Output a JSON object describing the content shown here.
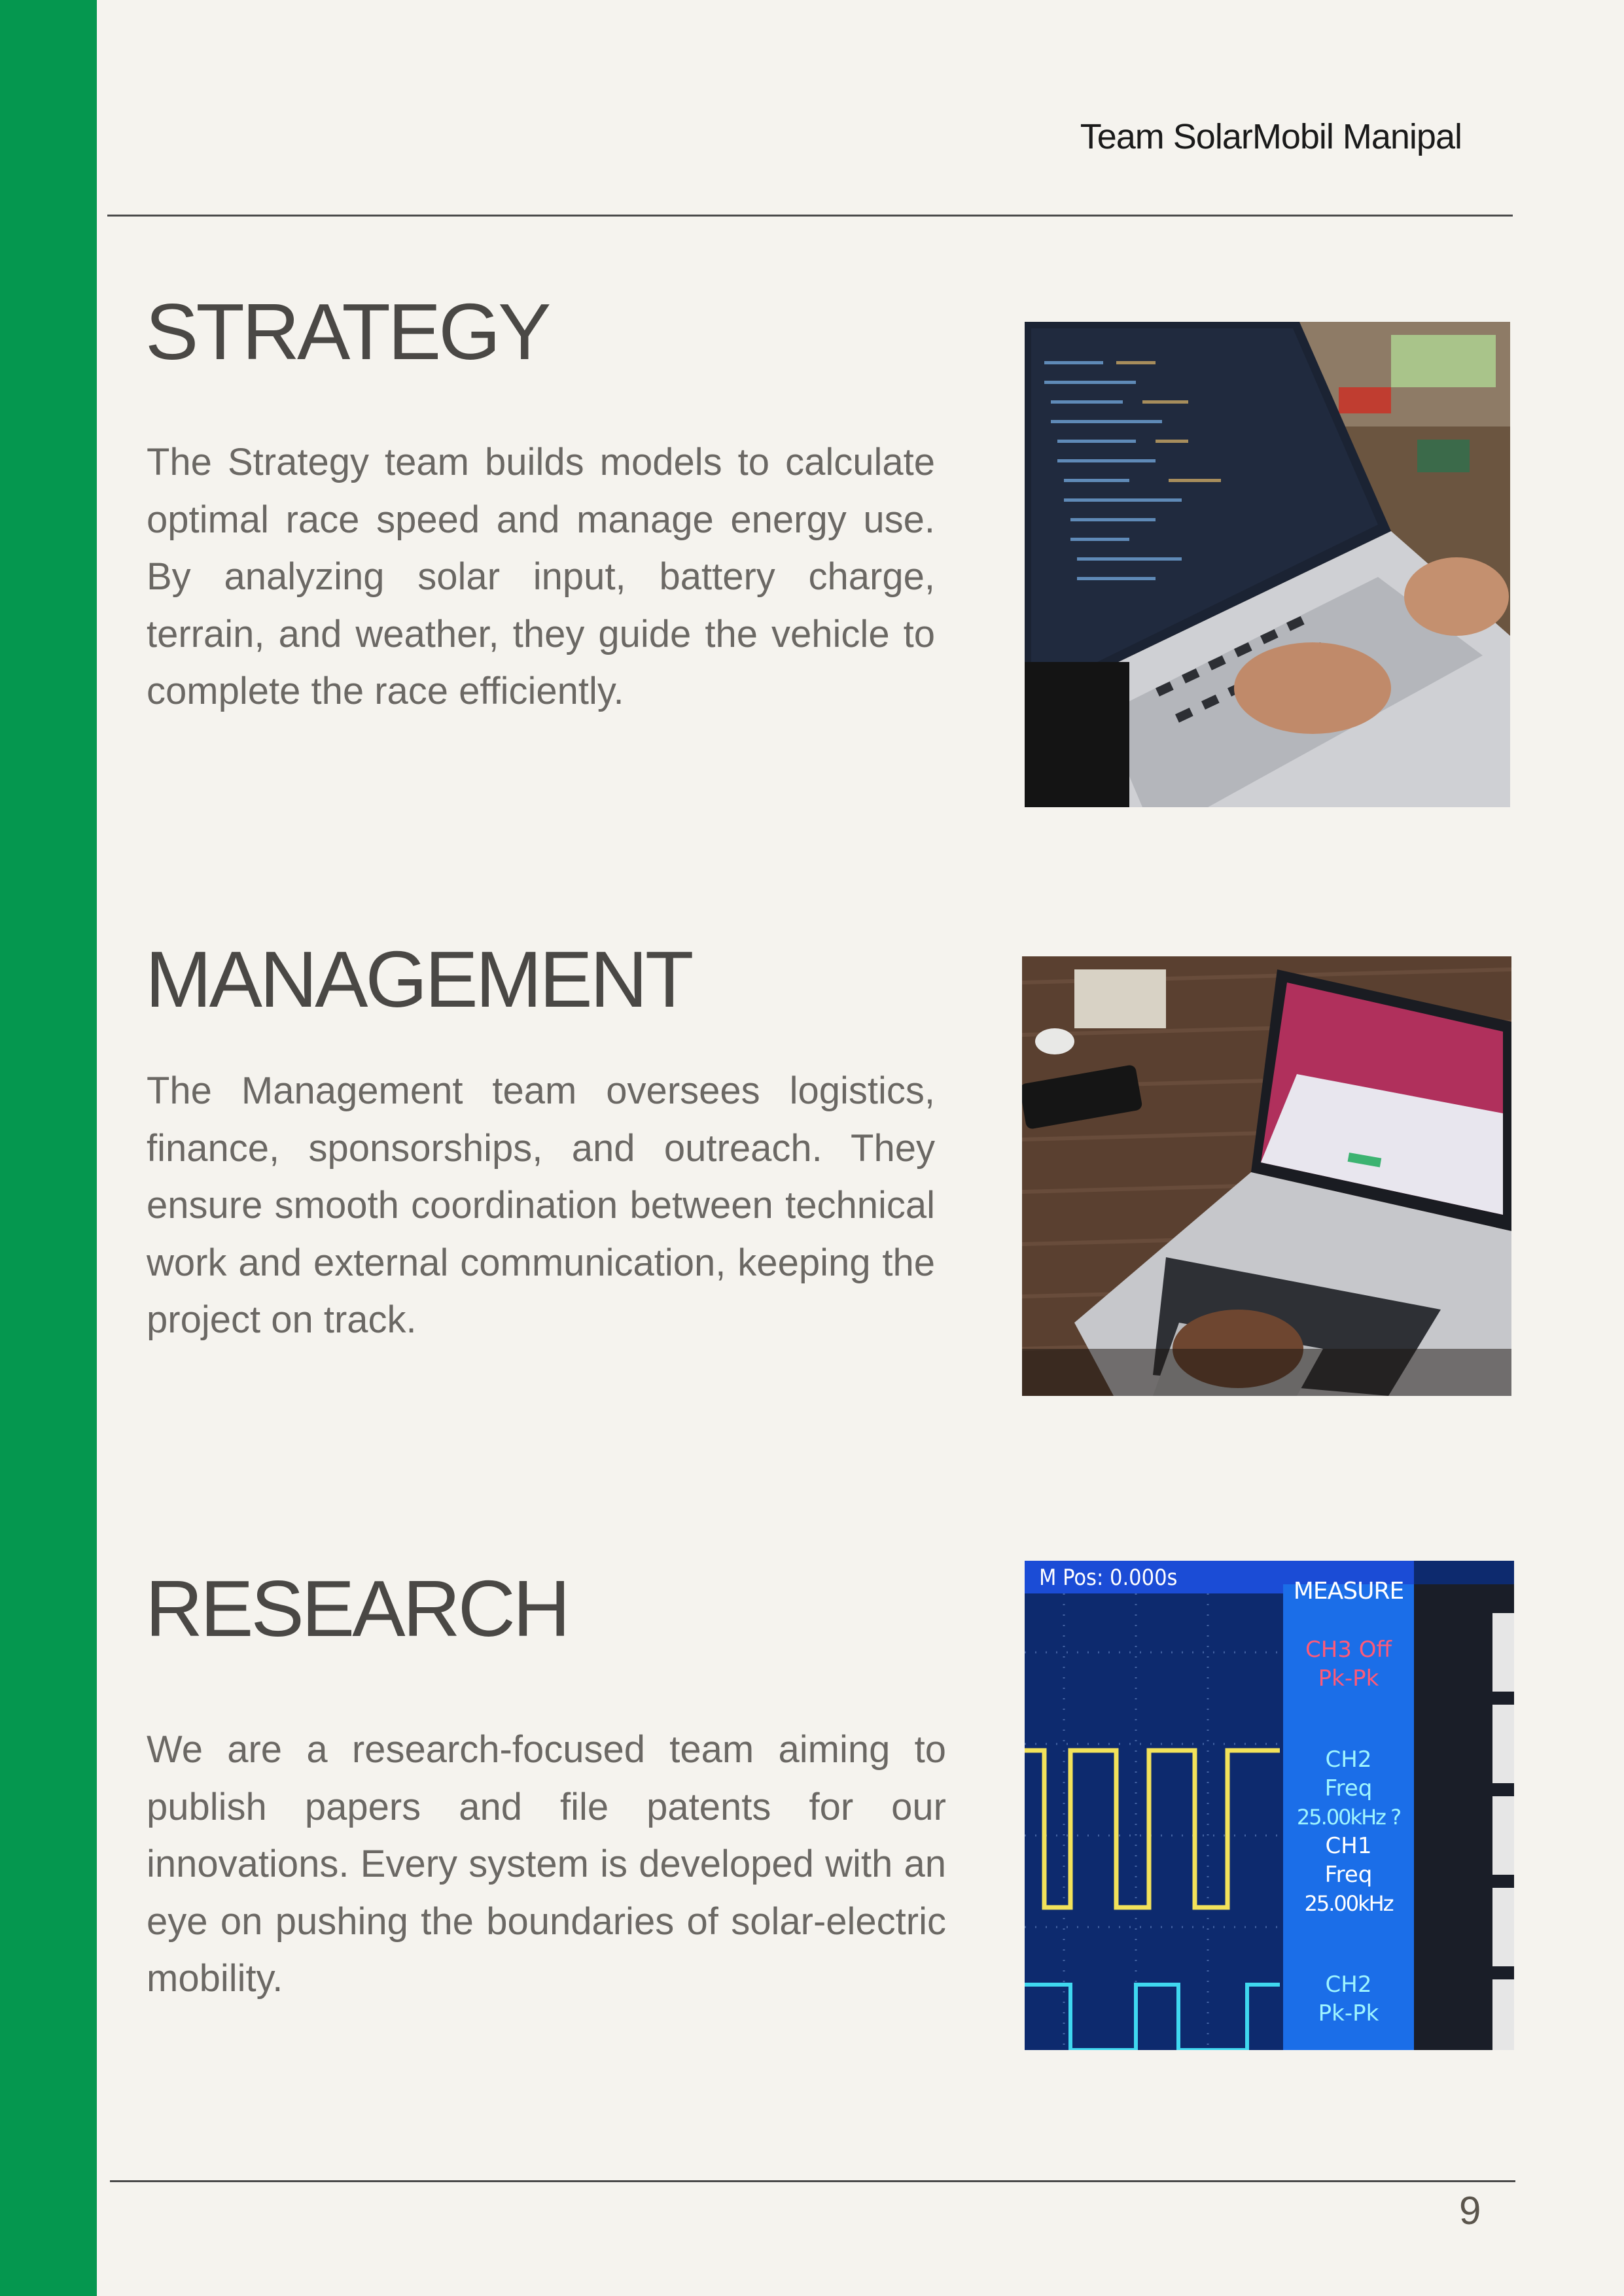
{
  "header": {
    "team_name": "Team SolarMobil Manipal"
  },
  "sections": [
    {
      "title": "STRATEGY",
      "body": "The Strategy team builds models to calculate optimal race speed and manage energy use. By analyzing solar input, battery charge, terrain, and weather, they guide the vehicle to complete the race efficiently.",
      "photo": "laptop-code-photo"
    },
    {
      "title": "MANAGEMENT",
      "body": "The Management team oversees logistics, finance, sponsorships, and outreach. They ensure smooth coordination between technical work and external communication, keeping the project on track.",
      "photo": "laptop-website-photo"
    },
    {
      "title": "RESEARCH",
      "body": "We are a research-focused team aiming to publish papers and file patents for our innovations. Every system is developed with an eye on pushing the boundaries of solar-electric mobility.",
      "photo": "oscilloscope-photo"
    }
  ],
  "oscilloscope": {
    "position_readout": "M Pos: 0.000s",
    "menu_title": "MEASURE",
    "items": [
      "CH3 Off",
      "Pk-Pk",
      "CH2",
      "Freq",
      "25.00kHz ?",
      "CH1",
      "Freq",
      "25.00kHz",
      "CH2",
      "Pk-Pk"
    ]
  },
  "footer": {
    "page_number": "9"
  },
  "colors": {
    "accent_green": "#05974f",
    "background": "#f5f3ee"
  }
}
